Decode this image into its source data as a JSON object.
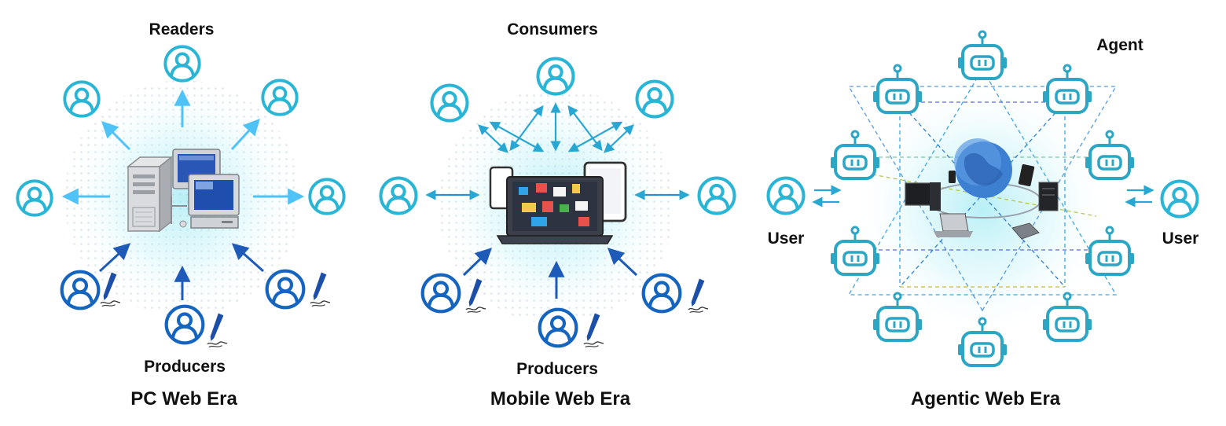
{
  "panels": [
    {
      "title": "PC Web Era",
      "top_label": "Readers",
      "bottom_label": "Producers"
    },
    {
      "title": "Mobile Web Era",
      "top_label": "Consumers",
      "bottom_label": "Producers"
    },
    {
      "title": "Agentic Web Era",
      "corner_label": "Agent",
      "left_label": "User",
      "right_label": "User"
    }
  ],
  "icons": {
    "reader": "person-icon",
    "producer": "person-with-pen-icon",
    "agent": "robot-icon",
    "server": "server-computer-icon",
    "device": "laptop-tablet-phone-icon",
    "globe": "globe-network-icon"
  },
  "colors": {
    "cyan": "#29b6d6",
    "blue": "#1565c0",
    "agent": "#2ba6c4",
    "arrow_light": "#4fc3f7",
    "arrow_dark": "#1e5bb8",
    "text": "#111111"
  }
}
